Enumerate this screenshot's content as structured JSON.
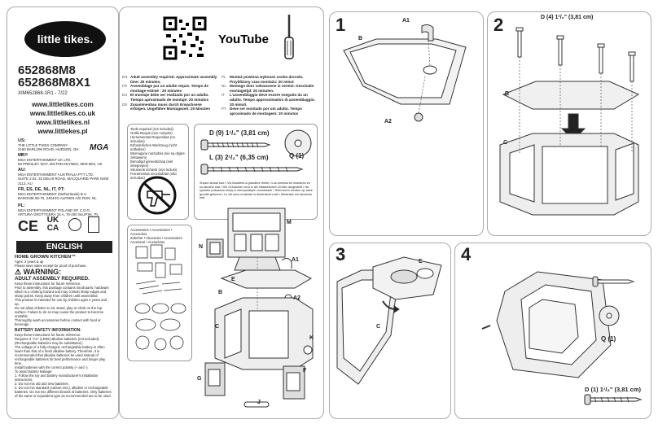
{
  "brand": {
    "logo_text": "little tikes."
  },
  "models": {
    "line1": "652868M8",
    "line2": "652868M8X1"
  },
  "doc_code": "XIM652868-1R1 - 7/22",
  "websites": [
    "www.littletikes.com",
    "www.littletikes.co.uk",
    "www.littletikes.nl",
    "www.littlekes.pl"
  ],
  "youtube_label": "YouTube",
  "addresses": [
    {
      "heading": "US:",
      "text": "THE LITTLE TIKES COMPANY\n2180 BARLOW ROAD, HUDSON, OH 44236"
    },
    {
      "heading": "UK:",
      "text": "MGA ENTERTAINMENT UK LTD.\n50 PRESLEY WAY, MILTON KEYNES, MK8 0ES, UK"
    },
    {
      "heading": "AU:",
      "text": "MGA ENTERTAINMENT AUSTRALIA PTY LTD.\nSUITE 2.02, 32 DELHI ROAD, MACQUARIE PARK NSW 2113, AU"
    },
    {
      "heading": "FR, ES, DE, NL, IT, PT:",
      "text": "MGA ENTERTAINMENT (Netherlands) B.V.\nBARONIE 68-70, 2404XG ALPHEN A/D RIJN, NL"
    },
    {
      "heading": "PL:",
      "text": "MGA ENTERTAINMENT POLAND SP. Z.O.O.\nARTURA GROTTGERA 15 A, 76-200 SŁUPSK, PL"
    }
  ],
  "mga_logo": "MGA",
  "cert_marks": [
    "CE",
    "UK CA"
  ],
  "english": {
    "bar": "ENGLISH",
    "product": "HOME GROWN KITCHEN™",
    "ages": "Ages: 2 years & up",
    "receipt": "Please save sales receipt for proof of purchase.",
    "warning": "⚠ WARNING:",
    "adult": "ADULT ASSEMBLY REQUIRED.",
    "bullets": [
      "Keep these instructions for future reference.",
      "Prior to assembly, this package contains small parts: hardware which is a choking hazard and may contain sharp edges and sharp points. Keep away from children until assembled.",
      "This product is intended for use by children ages 2 years and up.",
      "Do not allow children to sit, stand, play or climb on the top surface. Failure to do so may cause the product to become unstable.",
      "Thoroughly wash accessories before contact with food or beverage."
    ],
    "battery_head": "BATTERY SAFETY INFORMATION:",
    "battery": [
      "Keep these instructions for future reference.",
      "Requires 3 \"AA\" (LR06) alkaline batteries (not included). (Rechargeable batteries may be substituted.)",
      "The voltage of a fully-charged, rechargeable battery is often lower than that of a fresh alkaline battery. Therefore, it is recommended that alkaline batteries be used instead of rechargeable batteries for best performance and longer play time.",
      "Install batteries with the correct polarity (+ and -).",
      "To avoid battery leakage:",
      "1. Follow the toy and battery manufacturer's installation instructions.",
      "2. Do not mix old and new batteries.",
      "3. Do not mix standard (carbon-zinc), alkaline or rechargeable batteries. Do not mix different brands of batteries. Only batteries of the same or equivalent type as recommended are to be used."
    ]
  },
  "assembly_langs": [
    {
      "code": "EN",
      "text": "Adult assembly required. Approximate assembly time: 20 minutes."
    },
    {
      "code": "FR",
      "text": "Assemblage par un adulte requis. Temps de montage estimé : 20 minutes"
    },
    {
      "code": "ES",
      "text": "El montaje debe ser realizado por un adulto. Tiempo aproximado de montaje: 20 minutos"
    },
    {
      "code": "DE",
      "text": "Zusammenbau muss durch Erwachsene erfolgen. Ungefähre Montagezeit: 20 Minuten"
    },
    {
      "code": "PL",
      "text": "Montaż powinna wykonać osoba dorosła. Przybliżony czas montażu: 20 minut"
    },
    {
      "code": "NL",
      "text": "Montage door volwassene is vereist. Geschatte montagetijd: 20 minuten."
    },
    {
      "code": "IT",
      "text": "L'assemblaggio deve essere eseguito da un adulto. Tempo approssimativo di assemblaggio: 20 minuti."
    },
    {
      "code": "PT",
      "text": "Deve ser montado por um adulto. Tempo aproximado de montagem: 20 minutos"
    }
  ],
  "tools": {
    "lines": [
      "Tools required (not included)",
      "Outils Requis (non compris)",
      "Herramientas Requeridas (no incluidas)",
      "Erforderliches Werkzeug (nicht enthalten)",
      "Wymagane narzędzia (nie są objęte zestawem)",
      "Benodigd gereedschap (niet inbegrepen)",
      "Strumenti richiesti (non inclusi)",
      "Ferramentas necessárias (não incluídas)"
    ]
  },
  "hardware": {
    "d": "D (9) 1¹/₂\" (3,81 cm)",
    "l": "L (3) 2¹/₂\" (6,35 cm)",
    "q": "Q (1)",
    "note": "Shown actual size • Vis illustrées à grandeur réelle • Los tornillos se muestran en su tamaño real • Die Schrauben sind in der tatsächlichen Größe dargestellt • Na rysunku pokazano śruby w rzeczywistych rozmiarach • Schroeven worden op ware grootte getoond • Le viti sono mostrate in dimensioni reali • Mostrado em tamanho real"
  },
  "accessories": {
    "lines": [
      "Accessories • Accessoires • Accesorios",
      "Zubehör • Akcesoria • Accessoires",
      "Accessori • Acessórios"
    ]
  },
  "part_letters": {
    "M": "M",
    "N": "N",
    "A1": "A1",
    "B": "B",
    "E": "E",
    "A2": "A2",
    "C": "C",
    "K": "K",
    "F": "F",
    "G": "G",
    "J": "J"
  },
  "steps": [
    {
      "num": "1",
      "labels": [
        "A1",
        "B",
        "A2"
      ]
    },
    {
      "num": "2",
      "labels": [
        "D (4) 1¹/₂\" (3,81 cm)",
        "B",
        "C"
      ]
    },
    {
      "num": "3",
      "labels": [
        "E",
        "C"
      ]
    },
    {
      "num": "4",
      "labels": [
        "Q (1)",
        "D (1) 1¹/₂\" (3,81 cm)"
      ]
    }
  ]
}
